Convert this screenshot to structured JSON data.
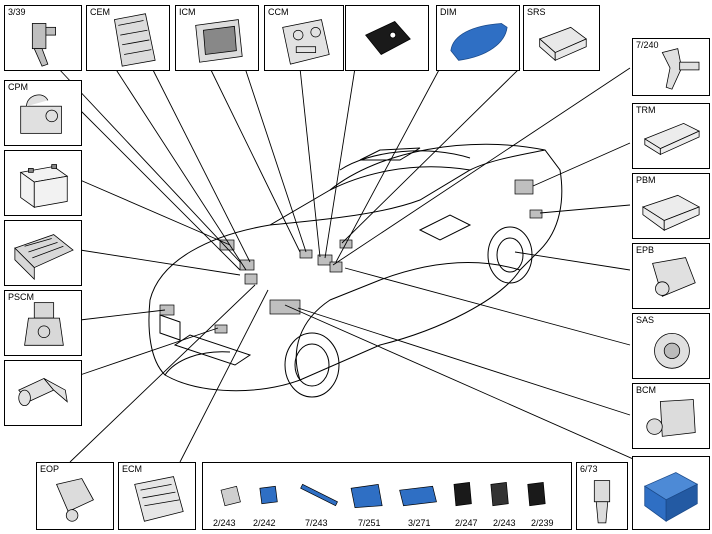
{
  "diagram": {
    "labels": {
      "p339": "3/39",
      "cem": "CEM",
      "icm": "ICM",
      "ccm": "CCM",
      "dim": "DIM",
      "srs": "SRS",
      "p7240": "7/240",
      "cpm": "CPM",
      "trm": "TRM",
      "pbm": "PBM",
      "pscm": "PSCM",
      "epb": "EPB",
      "sas": "SAS",
      "bcm": "BCM",
      "eop": "EOP",
      "ecm": "ECM",
      "p673": "6/73"
    },
    "component_strip": [
      {
        "code": "2/243"
      },
      {
        "code": "2/242"
      },
      {
        "code": "7/243"
      },
      {
        "code": "7/251"
      },
      {
        "code": "3/271"
      },
      {
        "code": "2/247"
      },
      {
        "code": "2/243"
      },
      {
        "code": "2/239"
      }
    ],
    "colors": {
      "highlight": "#2f6fc4",
      "line": "#000000",
      "part_grey": "#bfbfbf"
    }
  }
}
